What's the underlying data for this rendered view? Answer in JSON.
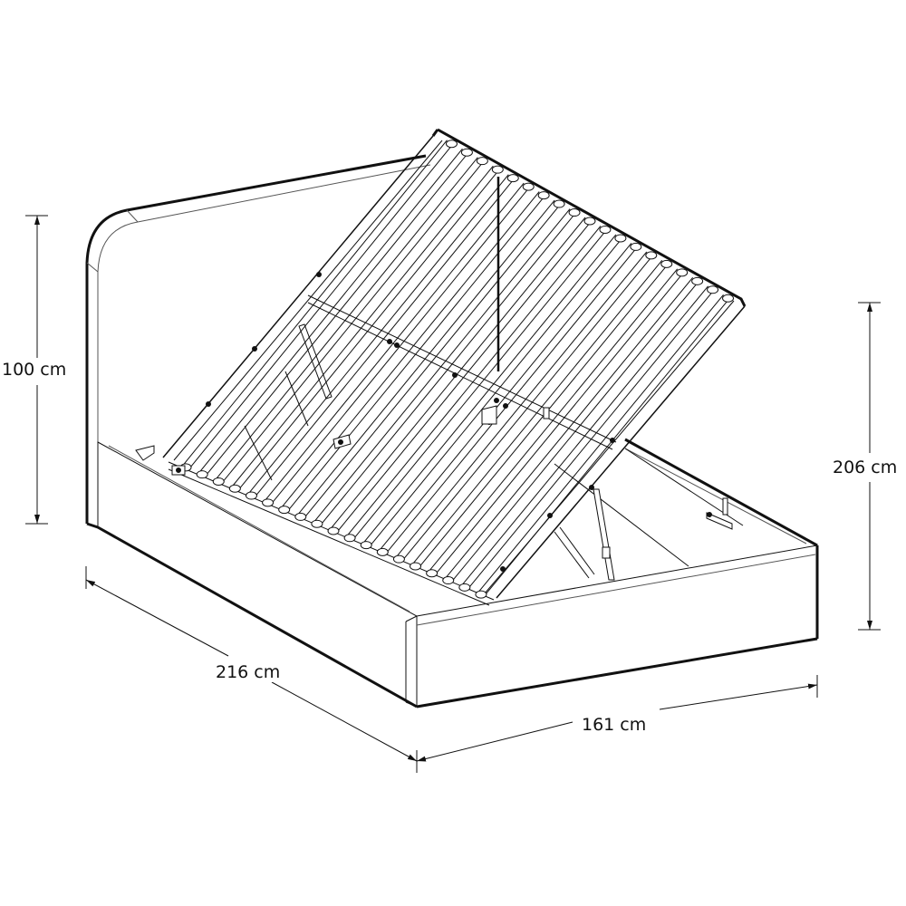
{
  "figure": {
    "subject": "Ottoman storage bed with lifted slatted base",
    "style": "black-and-white isometric technical line drawing",
    "colors": {
      "line": "#111111",
      "background": "#ffffff",
      "thin_line": "#555555"
    }
  },
  "dimensions": {
    "headboard_height": {
      "label": "100 cm",
      "value": 100,
      "unit": "cm",
      "orientation": "vertical-left"
    },
    "overall_length": {
      "label": "206 cm",
      "value": 206,
      "unit": "cm",
      "orientation": "vertical-right"
    },
    "side_length": {
      "label": "216 cm",
      "value": 216,
      "unit": "cm",
      "orientation": "diagonal-left"
    },
    "overall_width": {
      "label": "161 cm",
      "value": 161,
      "unit": "cm",
      "orientation": "diagonal-right"
    }
  },
  "parts": {
    "headboard": "rounded-corner upholstered headboard",
    "base": "box frame storage base",
    "slat_frame": "lift-up slatted base raised at an angle",
    "gas_struts": "gas-lift pistons",
    "slat_count_visible": 19
  }
}
